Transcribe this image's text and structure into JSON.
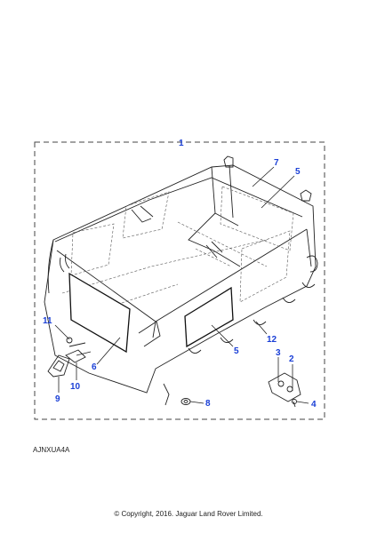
{
  "callouts": {
    "c1": "1",
    "c2": "2",
    "c3": "3",
    "c4": "4",
    "c5a": "5",
    "c5b": "5",
    "c6": "6",
    "c7": "7",
    "c8": "8",
    "c9": "9",
    "c10": "10",
    "c11": "11",
    "c12": "12"
  },
  "reference_code": "AJNXUA4A",
  "copyright": "© Copyright, 2016. Jaguar Land Rover Limited.",
  "colors": {
    "callout": "#1a3fd6",
    "line": "#222222",
    "background": "#ffffff"
  }
}
